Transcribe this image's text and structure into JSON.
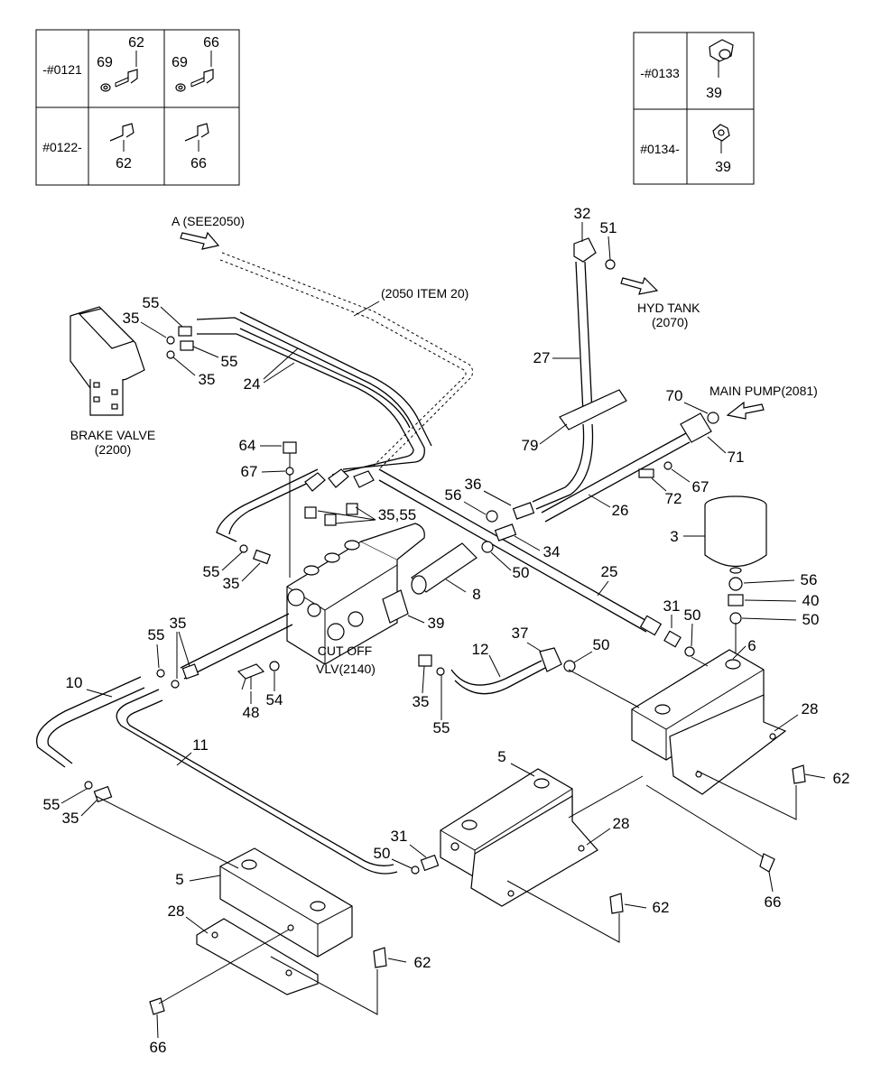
{
  "inset_left": {
    "row1_serial": "-#0121",
    "row2_serial": "#0122-",
    "row1_cell1_washer": "69",
    "row1_cell1_bolt": "62",
    "row1_cell2_washer": "69",
    "row1_cell2_bolt": "66",
    "row2_cell1_bolt": "62",
    "row2_cell2_bolt": "66"
  },
  "inset_right": {
    "row1_serial": "-#0133",
    "row2_serial": "#0134-",
    "row1_part": "39",
    "row2_part": "39"
  },
  "captions": {
    "see_a": "A (SEE2050)",
    "item20": "(2050 ITEM 20)",
    "hyd_tank_1": "HYD TANK",
    "hyd_tank_2": "(2070)",
    "main_pump": "MAIN PUMP(2081)",
    "brake_valve_1": "BRAKE VALVE",
    "brake_valve_2": "(2200)",
    "cutoff_1": "CUT OFF",
    "cutoff_2": "VLV(2140)"
  },
  "callouts": {
    "c32": "32",
    "c51": "51",
    "c27": "27",
    "c79": "79",
    "c70": "70",
    "c71": "71",
    "c72": "72",
    "c67b": "67",
    "c26": "26",
    "c3": "3",
    "c56b": "56",
    "c40": "40",
    "c50e": "50",
    "c55a": "55",
    "c35a": "35",
    "c55b": "55",
    "c35b": "35",
    "c24": "24",
    "c64": "64",
    "c67a": "67",
    "c36": "36",
    "c56a": "56",
    "c34": "34",
    "c50a": "50",
    "c3555": "35,55",
    "c8": "8",
    "c25": "25",
    "c31a": "31",
    "c50b": "50",
    "c6": "6",
    "c55c": "55",
    "c35c": "35",
    "c39": "39",
    "c55d": "55",
    "c35d": "35",
    "c48": "48",
    "c54": "54",
    "c35e": "35",
    "c55e": "55",
    "c37": "37",
    "c12": "12",
    "c50c": "50",
    "c10": "10",
    "c11": "11",
    "c28a": "28",
    "c62a": "62",
    "c55f": "55",
    "c35f": "35",
    "c5a": "5",
    "c28b": "28",
    "c31b": "31",
    "c50d": "50",
    "c66a": "66",
    "c62b": "62",
    "c5b": "5",
    "c28c": "28",
    "c62c": "62",
    "c66b": "66"
  }
}
